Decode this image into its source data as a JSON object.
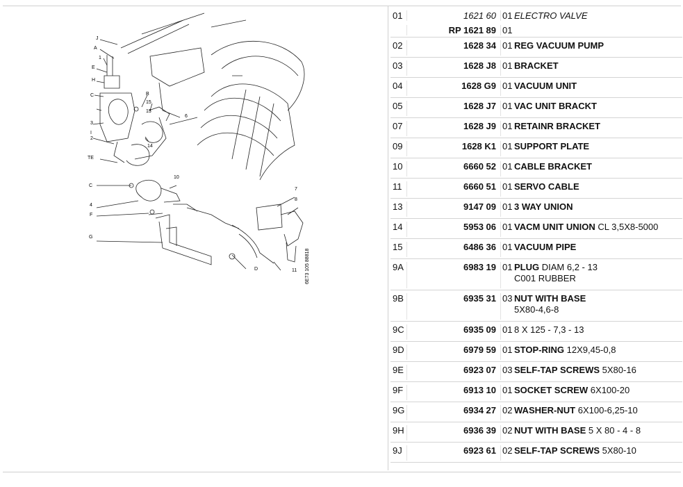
{
  "diagram": {
    "labels": [
      "J",
      "A",
      "1",
      "E",
      "H",
      "C",
      "B",
      "15",
      "13",
      "14",
      "3",
      "2",
      "I",
      "TE",
      "C",
      "10",
      "4",
      "F",
      "G",
      "7",
      "8",
      "D",
      "11",
      "6"
    ],
    "stamp": "6E73 105 88818"
  },
  "parts": [
    {
      "item": "01",
      "ref": "1621 60",
      "qty": "01",
      "desc": "ELECTRO VALVE",
      "extra": "",
      "style": "italic"
    },
    {
      "item": "",
      "ref": "RP 1621 89",
      "qty": "01",
      "desc": "",
      "extra": "",
      "style": "sub"
    },
    {
      "item": "02",
      "ref": "1628 34",
      "qty": "01",
      "desc": "REG VACUUM PUMP",
      "extra": ""
    },
    {
      "item": "03",
      "ref": "1628 J8",
      "qty": "01",
      "desc": "BRACKET",
      "extra": ""
    },
    {
      "item": "04",
      "ref": "1628 G9",
      "qty": "01",
      "desc": "VACUUM UNIT",
      "extra": ""
    },
    {
      "item": "05",
      "ref": "1628 J7",
      "qty": "01",
      "desc": "VAC UNIT BRACKT",
      "extra": ""
    },
    {
      "item": "07",
      "ref": "1628 J9",
      "qty": "01",
      "desc": "RETAINR BRACKET",
      "extra": ""
    },
    {
      "item": "09",
      "ref": "1628 K1",
      "qty": "01",
      "desc": "SUPPORT PLATE",
      "extra": ""
    },
    {
      "item": "10",
      "ref": "6660 52",
      "qty": "01",
      "desc": "CABLE BRACKET",
      "extra": ""
    },
    {
      "item": "11",
      "ref": "6660 51",
      "qty": "01",
      "desc": "SERVO CABLE",
      "extra": ""
    },
    {
      "item": "13",
      "ref": "9147 09",
      "qty": "01",
      "desc": "3 WAY UNION",
      "extra": ""
    },
    {
      "item": "14",
      "ref": "5953 06",
      "qty": "01",
      "desc": "VACM UNIT UNION",
      "extra": "CL 3,5X8-5000"
    },
    {
      "item": "15",
      "ref": "6486 36",
      "qty": "01",
      "desc": "VACUUM PIPE",
      "extra": ""
    },
    {
      "item": "9A",
      "ref": "6983 19",
      "qty": "01",
      "desc": "PLUG",
      "extra": "DIAM 6,2 - 13\nC001 RUBBER",
      "style": "tall"
    },
    {
      "item": "9B",
      "ref": "6935 31",
      "qty": "03",
      "desc": "NUT WITH BASE",
      "extra": "\n5X80-4,6-8",
      "style": "tall"
    },
    {
      "item": "9C",
      "ref": "6935 09",
      "qty": "01",
      "desc": "",
      "extra": "8 X 125 - 7,3 - 13"
    },
    {
      "item": "9D",
      "ref": "6979 59",
      "qty": "01",
      "desc": "STOP-RING",
      "extra": "12X9,45-0,8"
    },
    {
      "item": "9E",
      "ref": "6923 07",
      "qty": "03",
      "desc": "SELF-TAP SCREWS",
      "extra": "5X80-16"
    },
    {
      "item": "9F",
      "ref": "6913 10",
      "qty": "01",
      "desc": "SOCKET SCREW",
      "extra": "6X100-20"
    },
    {
      "item": "9G",
      "ref": "6934 27",
      "qty": "02",
      "desc": "WASHER-NUT",
      "extra": "6X100-6,25-10"
    },
    {
      "item": "9H",
      "ref": "6936 39",
      "qty": "02",
      "desc": "NUT WITH BASE",
      "extra": "5 X 80 - 4 - 8"
    },
    {
      "item": "9J",
      "ref": "6923 61",
      "qty": "02",
      "desc": "SELF-TAP SCREWS",
      "extra": "5X80-10"
    }
  ]
}
